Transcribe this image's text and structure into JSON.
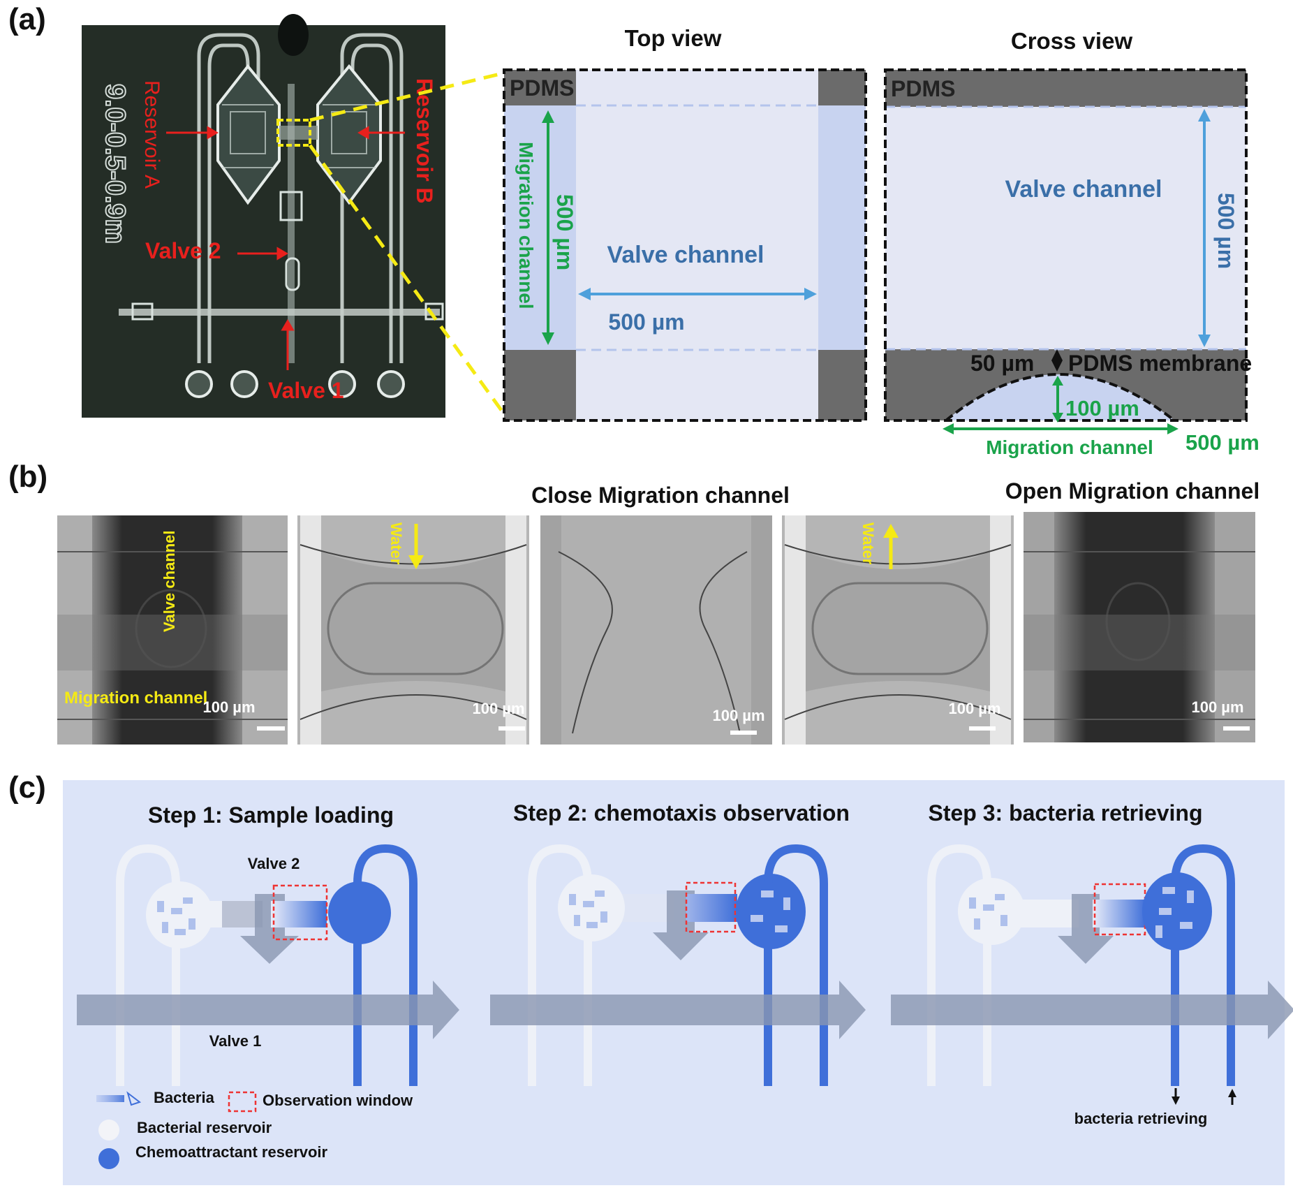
{
  "panel_a": {
    "label": "(a)",
    "photo": {
      "chip_mark": "9.0-0.5-0.9m",
      "reservoir_a": "Reservoir A",
      "reservoir_b": "Reservoir B",
      "valve2": "Valve 2",
      "valve1": "Valve 1"
    },
    "top_view": {
      "title": "Top view",
      "pdms": "PDMS",
      "migration_channel": "Migration channel",
      "height_label": "500 µm",
      "valve_channel": "Valve channel",
      "width_label": "500 µm"
    },
    "cross_view": {
      "title": "Cross view",
      "pdms": "PDMS",
      "valve_channel": "Valve channel",
      "height_label": "500 µm",
      "membrane_thickness": "50 µm",
      "membrane": "PDMS membrane",
      "channel_height": "100 µm",
      "migration_channel": "Migration channel",
      "channel_width": "500 µm"
    }
  },
  "panel_b": {
    "label": "(b)",
    "close_title": "Close Migration channel",
    "open_title": "Open Migration channel",
    "valve_channel_label": "Valve channel",
    "migration_channel_label": "Migration channel",
    "water_label": "Water",
    "scale": [
      "100 µm",
      "100 µm",
      "100 µm",
      "100 µm",
      "100 µm"
    ]
  },
  "panel_c": {
    "label": "(c)",
    "steps": [
      "Step 1: Sample loading",
      "Step 2: chemotaxis observation",
      "Step 3: bacteria retrieving"
    ],
    "valve2": "Valve 2",
    "valve1": "Valve 1",
    "legend": {
      "bacteria": "Bacteria",
      "observation_window": "Observation window",
      "bacterial_reservoir": "Bacterial reservoir",
      "chemoattractant_reservoir": "Chemoattractant  reservoir"
    },
    "retrieving_label": "bacteria retrieving"
  },
  "colors": {
    "red_label": "#e8201d",
    "green_label": "#1aa34a",
    "blue_text": "#3a6fa8",
    "light_blue": "#c8d3f0",
    "pale": "#e4e7f4",
    "pdms_gray": "#6b6b6b",
    "yellow": "#f5ea14",
    "reservoir_blue": "#3f6fd9",
    "panel_bg": "#dce4f8"
  }
}
